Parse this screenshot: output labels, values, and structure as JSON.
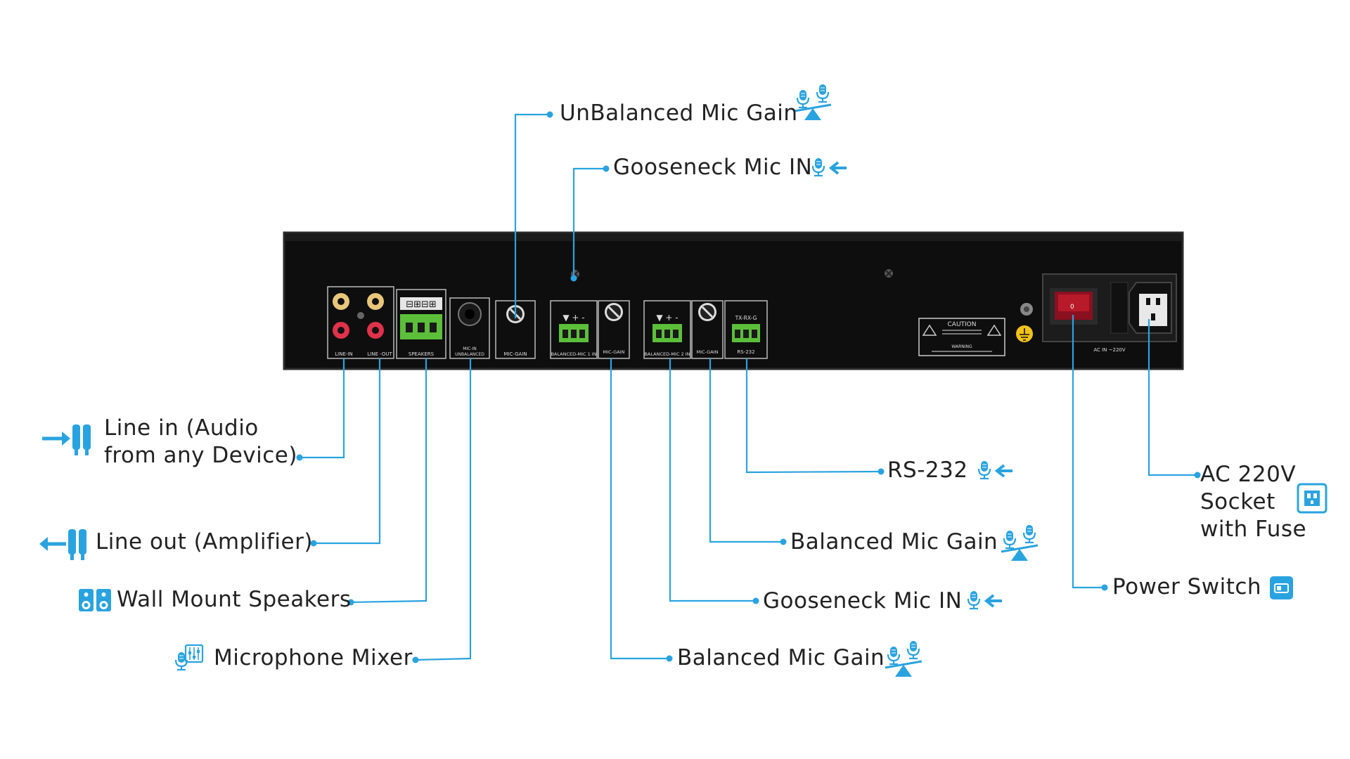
{
  "callouts": {
    "unbalanced_gain": "UnBalanced Mic Gain",
    "gooseneck_top": "Gooseneck Mic IN",
    "line_in_1": "Line in (Audio",
    "line_in_2": "from any Device)",
    "line_out": "Line out (Amplifier)",
    "wall_speakers": "Wall Mount Speakers",
    "mic_mixer": "Microphone Mixer",
    "rs232": "RS-232",
    "balanced_gain_2": "Balanced Mic Gain",
    "gooseneck_bottom": "Gooseneck Mic IN",
    "balanced_gain_1": "Balanced Mic Gain",
    "ac_1": "AC 220V",
    "ac_2": "Socket",
    "ac_3": "with Fuse",
    "power_switch": "Power Switch"
  },
  "panel_labels": {
    "line_in": "LINE-IN",
    "line_out": "LINE -OUT",
    "speakers": "SPEAKERS",
    "mic_in_unbalanced_1": "MIC-IN",
    "mic_in_unbalanced_2": "UNBALANCED",
    "mic_gain_a": "MIC-GAIN",
    "balanced_mic_1": "BALANCED-MIC 1 IN",
    "mic_gain_b": "MIC-GAIN",
    "balanced_mic_2": "BALANCED-MIC 2 IN",
    "mic_gain_c": "MIC-GAIN",
    "rs232_top": "TX-RX-G",
    "rs232": "RS-232",
    "caution": "CAUTION",
    "warning": "WARNING",
    "ac_in": "AC IN ~220V"
  },
  "colors": {
    "accent": "#29a3e0",
    "chassis": "#111111",
    "terminal_green": "#5bbf3a"
  },
  "icons": [
    "mic-seesaw-icon",
    "mic-arrow-in-icon",
    "rca-arrow-in-icon",
    "rca-arrow-out-icon",
    "speakers-icon",
    "mixer-icon",
    "socket-icon",
    "power-switch-icon"
  ]
}
